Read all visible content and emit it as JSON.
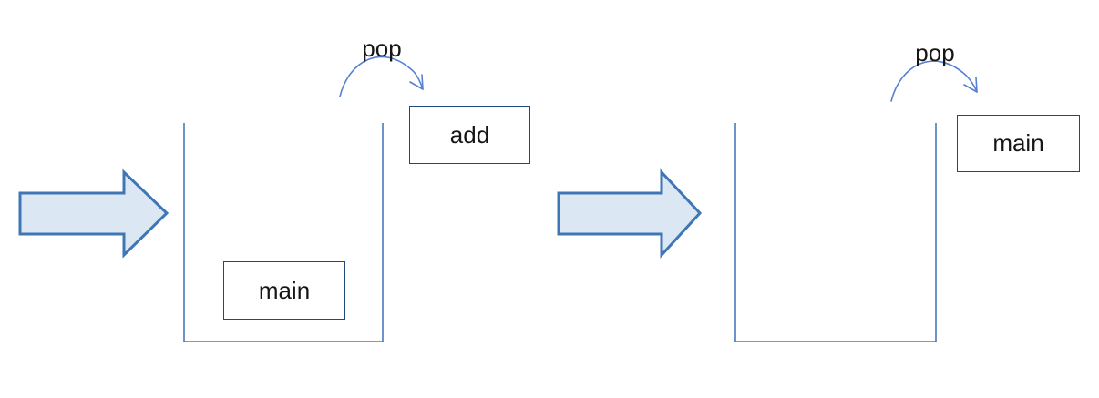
{
  "colors": {
    "background": "#ffffff",
    "block-arrow-fill": "#dce7f4",
    "block-arrow-stroke": "#3f76b5",
    "stack-line": "#4878bd",
    "box-border": "#1f497d",
    "pop-arrow": "#5580d4",
    "text": "#161616"
  },
  "panels": [
    {
      "pop_label": "pop",
      "stack_items": [
        "main"
      ],
      "popped_box": "add"
    },
    {
      "pop_label": "pop",
      "stack_items": [],
      "popped_box": "main"
    }
  ]
}
